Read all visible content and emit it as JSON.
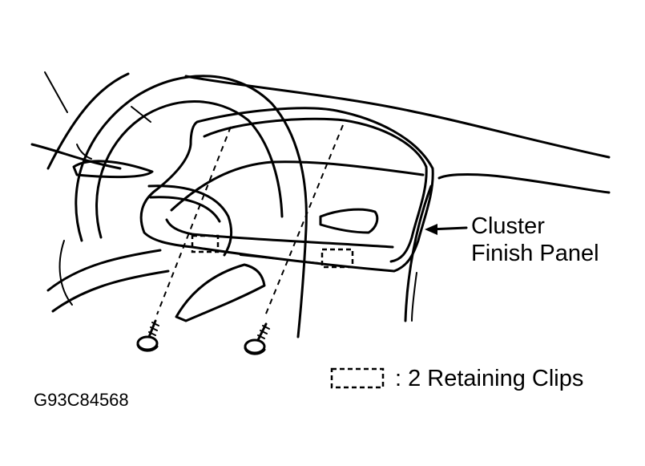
{
  "callout": {
    "line1": "Cluster",
    "line2": "Finish Panel"
  },
  "legend": {
    "text": ": 2 Retaining Clips"
  },
  "figure_code": "G93C84568"
}
